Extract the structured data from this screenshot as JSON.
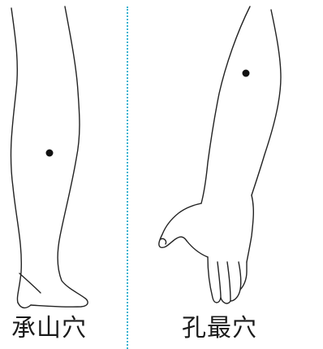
{
  "figures": [
    {
      "label": "承山穴",
      "body_part": "leg"
    },
    {
      "label": "孔最穴",
      "body_part": "arm"
    }
  ],
  "colors": {
    "outline": "#222222",
    "acupoint": "#111111",
    "divider": "#39b3d1",
    "caption": "#1a1a1a"
  }
}
